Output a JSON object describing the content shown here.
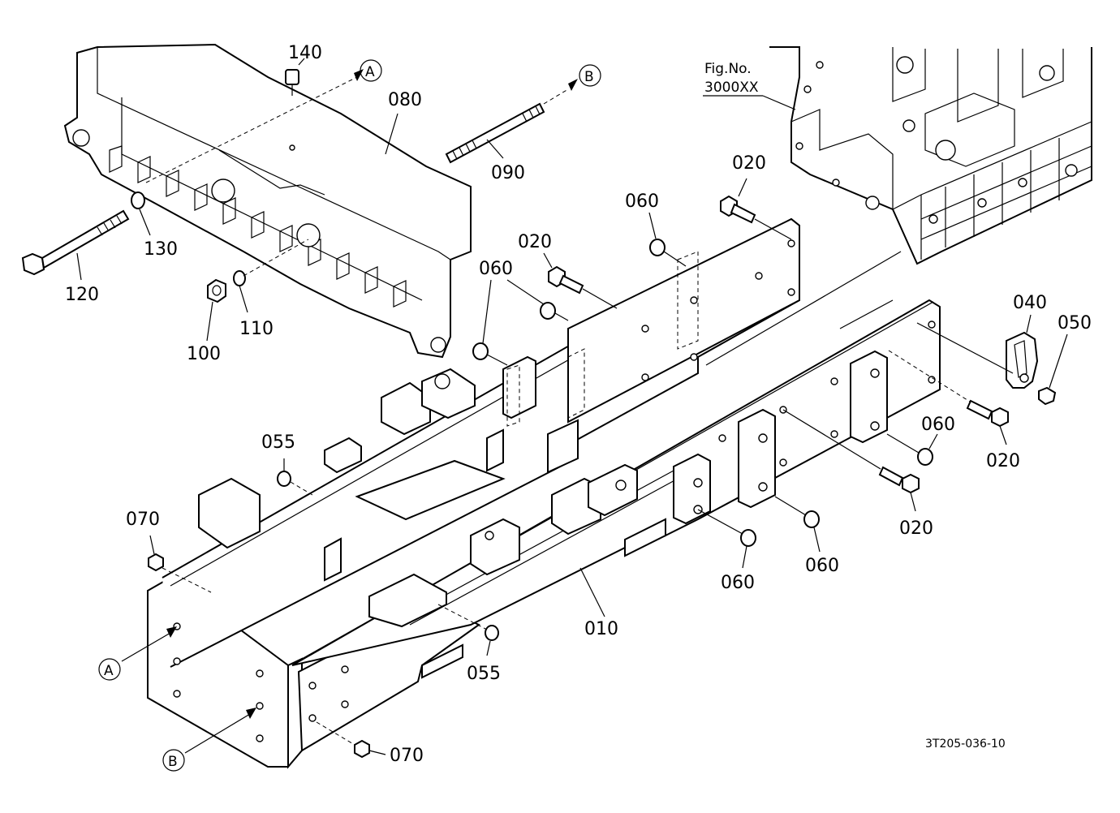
{
  "figure_ref": {
    "line1": "Fig.No.",
    "line2": "3000XX"
  },
  "drawing_code": "3T205-036-10",
  "callouts": {
    "a_top": "A",
    "b_top": "B",
    "a_left": "A",
    "b_left": "B"
  },
  "parts": {
    "p140": "140",
    "p080": "080",
    "p090": "090",
    "p130": "130",
    "p120": "120",
    "p110": "110",
    "p100": "100",
    "p020_top": "020",
    "p060_top": "060",
    "p020_mid": "020",
    "p060_mid": "060",
    "p040": "040",
    "p050": "050",
    "p060_right": "060",
    "p020_right": "020",
    "p020_low": "020",
    "p055_top": "055",
    "p070_top": "070",
    "p060_low1": "060",
    "p060_low2": "060",
    "p010": "010",
    "p055_low": "055",
    "p070_low": "070"
  }
}
